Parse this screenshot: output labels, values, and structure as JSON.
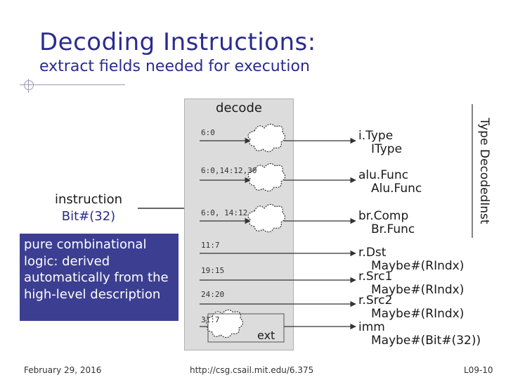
{
  "title": "Decoding Instructions:",
  "subtitle": "extract fields needed for execution",
  "decode_box": {
    "label": "decode"
  },
  "input": {
    "name": "instruction",
    "type": "Bit#(32)"
  },
  "note": "pure combinational logic: derived automatically from the high-level description",
  "fields": [
    {
      "bits": "6:0"
    },
    {
      "bits": "6:0,14:12,30"
    },
    {
      "bits": "6:0, 14:12"
    },
    {
      "bits": "11:7"
    },
    {
      "bits": "19:15"
    },
    {
      "bits": "24:20"
    },
    {
      "bits": "31:7"
    }
  ],
  "ext_label": "ext",
  "outputs": [
    {
      "name": "i.Type",
      "type": "IType"
    },
    {
      "name": "alu.Func",
      "type": "Alu.Func"
    },
    {
      "name": "br.Comp",
      "type": "Br.Func"
    },
    {
      "name": "r.Dst",
      "type": "Maybe#(RIndx)"
    },
    {
      "name": "r.Src1",
      "type": "Maybe#(RIndx)"
    },
    {
      "name": "r.Src2",
      "type": "Maybe#(RIndx)"
    },
    {
      "name": "imm",
      "type": "Maybe#(Bit#(32))"
    }
  ],
  "output_type_label": "Type DecodedInst",
  "footer": {
    "date": "February 29, 2016",
    "url": "http://csg.csail.mit.edu/6.375",
    "page": "L09-10"
  },
  "colors": {
    "title": "#2b2b8f",
    "note_bg": "#3c3f91",
    "decode_bg": "#dcdcdc"
  }
}
